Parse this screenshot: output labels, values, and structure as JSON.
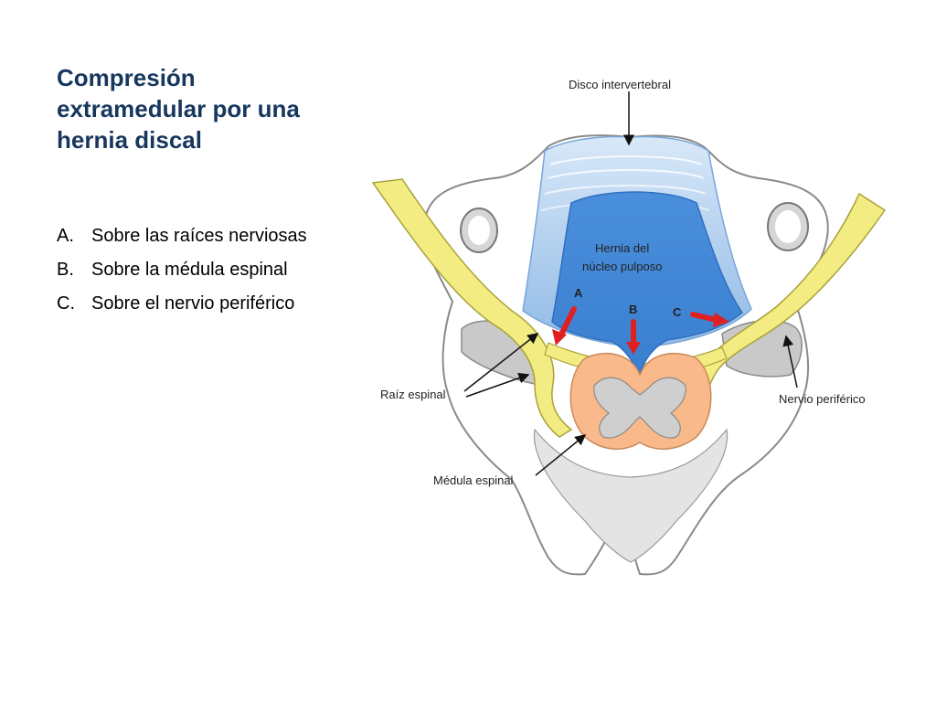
{
  "title_lines": [
    "Compresión",
    "extramedular por una",
    "hernia discal"
  ],
  "items": [
    {
      "marker": "A.",
      "text": "Sobre las raíces nerviosas"
    },
    {
      "marker": "B.",
      "text": "Sobre la médula espinal"
    },
    {
      "marker": "C.",
      "text": "Sobre el nervio periférico"
    }
  ],
  "labels": {
    "disc": "Disco intervertebral",
    "hernia_line1": "Hernia del",
    "hernia_line2": "núcleo pulposo",
    "a": "A",
    "b": "B",
    "c": "C",
    "root": "Raíz espinal",
    "nerve": "Nervio periférico",
    "cord": "Médula espinal"
  },
  "colors": {
    "title": "#17375e",
    "disc": "#9cc3ec",
    "nucleus": "#3f86d6",
    "nerve": "#f2ea7a",
    "cord": "#f9b98a",
    "bone": "#ffffff",
    "arrow": "#e02020"
  }
}
